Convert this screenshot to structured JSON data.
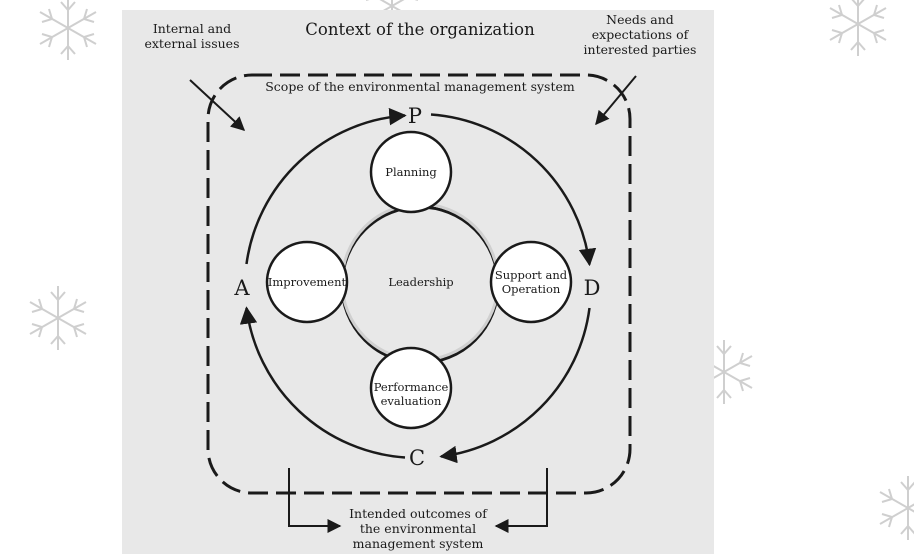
{
  "diagram": {
    "title": "Context of the organization",
    "issues_label": "Internal and\nexternal issues",
    "needs_label": "Needs and\nexpectations of\ninterested parties",
    "scope_label": "Scope of the environmental management system",
    "outcomes_label": "Intended outcomes of\nthe environmental\nmanagement system",
    "pdca": {
      "p": "P",
      "d": "D",
      "c": "C",
      "a": "A"
    },
    "center_label": "Leadership",
    "circles": {
      "planning": "Planning",
      "support": "Support and\nOperation",
      "performance": "Performance\nevaluation",
      "improvement": "Improvement"
    }
  },
  "colors": {
    "panel": "#e8e8e8",
    "stroke": "#1a1a1a",
    "circle_fill": "#ffffff",
    "highlight_ring": "#d0d0d0",
    "snowflake": "#cfcfcf"
  },
  "icons": [
    "snowflake-icon"
  ]
}
